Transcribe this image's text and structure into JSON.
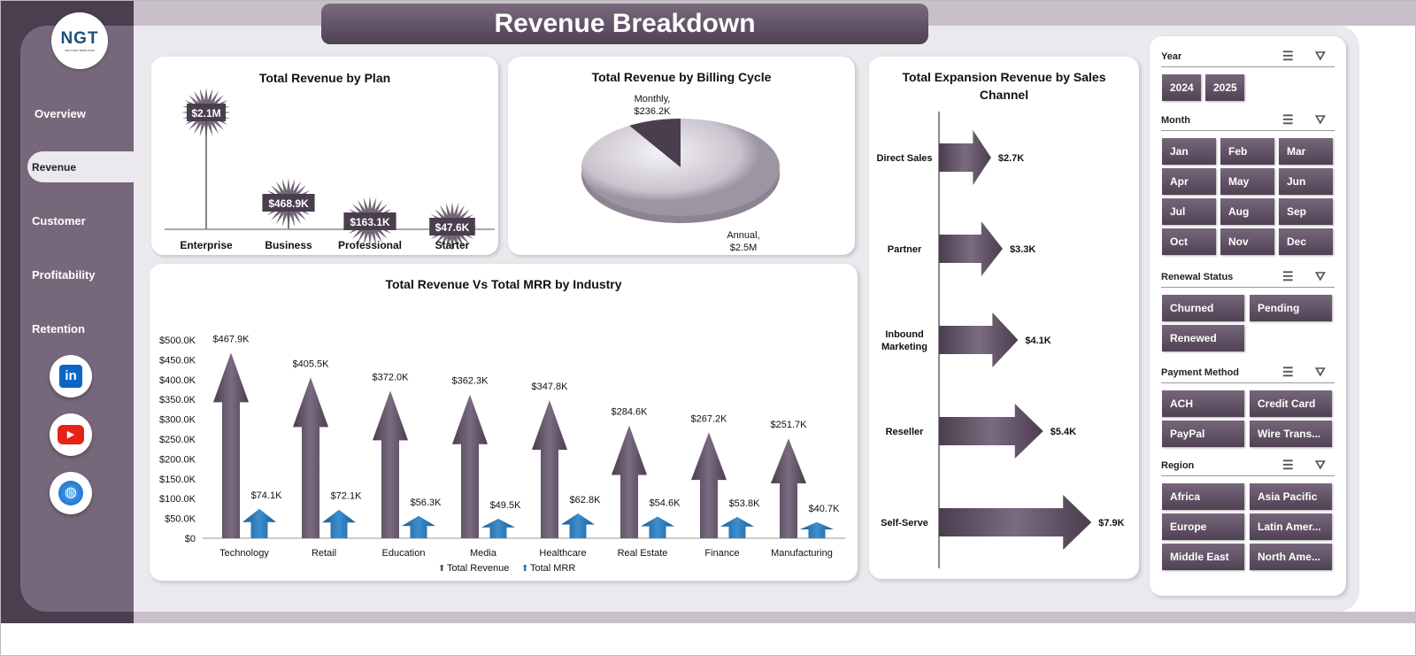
{
  "title": "Revenue Breakdown",
  "logo": {
    "text": "NGT",
    "subtitle": "NEXT GEN TEMPLATES"
  },
  "nav": [
    {
      "label": "Overview"
    },
    {
      "label": "Revenue",
      "active": true
    },
    {
      "label": "Customer"
    },
    {
      "label": "Profitability"
    },
    {
      "label": "Retention"
    }
  ],
  "social": [
    "linkedin-icon",
    "youtube-icon",
    "globe-icon"
  ],
  "colors": {
    "accent": "#5a4b5e",
    "mrr": "#1f6fae",
    "panel": "#77677b"
  },
  "chart_data": [
    {
      "type": "bar",
      "title": "Total Revenue  by Plan",
      "categories": [
        "Enterprise",
        "Business",
        "Professional",
        "Starter"
      ],
      "values": [
        2100000,
        468900,
        163100,
        47600
      ],
      "labels": [
        "$2.1M",
        "$468.9K",
        "$163.1K",
        "$47.6K"
      ]
    },
    {
      "type": "pie",
      "title": "Total Revenue by Billing Cycle",
      "slices": [
        {
          "name": "Monthly",
          "value": 236200,
          "label": "Monthly,",
          "value_label": "$236.2K"
        },
        {
          "name": "Annual",
          "value": 2500000,
          "label": "Annual,",
          "value_label": "$2.5M"
        }
      ]
    },
    {
      "type": "bar",
      "title": "Total Expansion  Revenue  by Sales Channel",
      "orientation": "horizontal",
      "categories": [
        "Direct Sales",
        "Partner",
        "Inbound Marketing",
        "Reseller",
        "Self-Serve"
      ],
      "values": [
        2.7,
        3.3,
        4.1,
        5.4,
        7.9
      ],
      "labels": [
        "$2.7K",
        "$3.3K",
        "$4.1K",
        "$5.4K",
        "$7.9K"
      ],
      "unit": "K"
    },
    {
      "type": "bar",
      "title": "Total Revenue Vs Total MRR by Industry",
      "categories": [
        "Technology",
        "Retail",
        "Education",
        "Media",
        "Healthcare",
        "Real Estate",
        "Finance",
        "Manufacturing"
      ],
      "series": [
        {
          "name": "Total Revenue",
          "values": [
            467.9,
            405.5,
            372.0,
            362.3,
            347.8,
            284.6,
            267.2,
            251.7
          ],
          "labels": [
            "$467.9K",
            "$405.5K",
            "$372.0K",
            "$362.3K",
            "$347.8K",
            "$284.6K",
            "$267.2K",
            "$251.7K"
          ]
        },
        {
          "name": "Total MRR",
          "values": [
            74.1,
            72.1,
            56.3,
            49.5,
            62.8,
            54.6,
            53.8,
            40.7
          ],
          "labels": [
            "$74.1K",
            "$72.1K",
            "$56.3K",
            "$49.5K",
            "$62.8K",
            "$54.6K",
            "$53.8K",
            "$40.7K"
          ]
        }
      ],
      "yticks": [
        "$0",
        "$50.0K",
        "$100.0K",
        "$150.0K",
        "$200.0K",
        "$250.0K",
        "$300.0K",
        "$350.0K",
        "$400.0K",
        "$450.0K",
        "$500.0K"
      ],
      "ylim": [
        0,
        500
      ],
      "unit": "K",
      "legend": "bottom"
    }
  ],
  "slicers": [
    {
      "title": "Year",
      "items": [
        "2024",
        "2025"
      ],
      "cols": 3
    },
    {
      "title": "Month",
      "items": [
        "Jan",
        "Feb",
        "Mar",
        "Apr",
        "May",
        "Jun",
        "Jul",
        "Aug",
        "Sep",
        "Oct",
        "Nov",
        "Dec"
      ],
      "cols": 3
    },
    {
      "title": "Renewal Status",
      "items": [
        "Churned",
        "Pending",
        "Renewed"
      ],
      "cols": 2
    },
    {
      "title": "Payment Method",
      "items": [
        "ACH",
        "Credit Card",
        "PayPal",
        "Wire Trans..."
      ],
      "cols": 2
    },
    {
      "title": "Region",
      "items": [
        "Africa",
        "Asia Pacific",
        "Europe",
        "Latin Amer...",
        "Middle East",
        "North Ame..."
      ],
      "cols": 2
    }
  ]
}
